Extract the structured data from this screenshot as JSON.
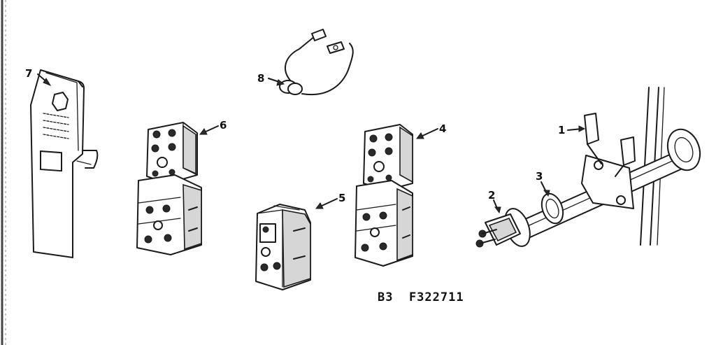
{
  "callouts": {
    "c1": "1",
    "c2": "2",
    "c3": "3",
    "c4": "4",
    "c5": "5",
    "c6": "6",
    "c7": "7",
    "c8": "8"
  },
  "figure_code": "B3  F322711"
}
